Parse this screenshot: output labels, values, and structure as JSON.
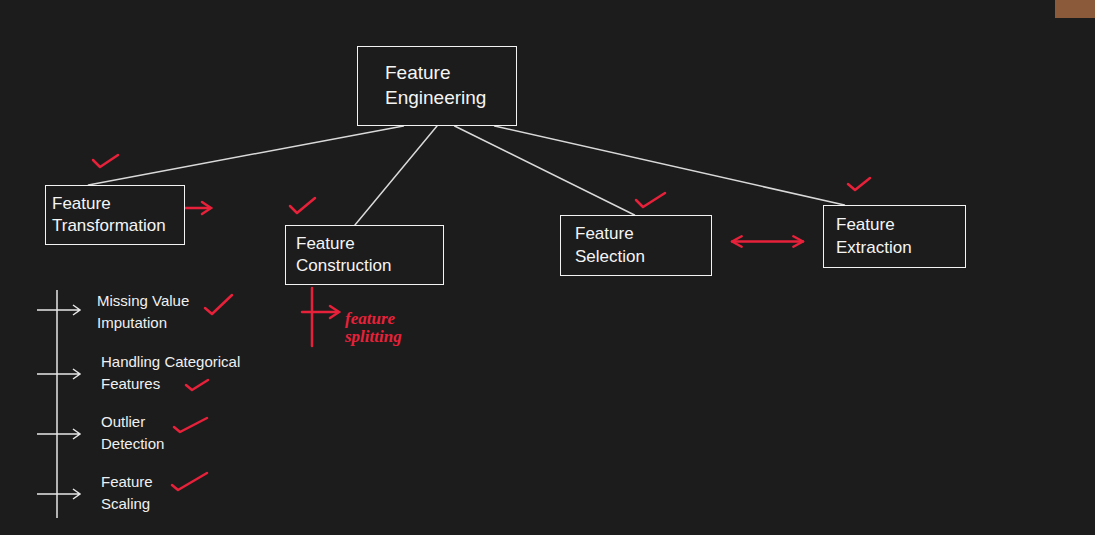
{
  "diagram": {
    "nodes": [
      {
        "text": [
          "Feature Engineering"
        ]
      },
      {
        "text": [
          "Feature Transformation"
        ]
      },
      {
        "text": [
          "Feature Construction"
        ]
      },
      {
        "text": [
          "Feature Selection"
        ]
      },
      {
        "text": [
          "Feature Extraction"
        ]
      }
    ],
    "edges": [
      {
        "from": 0,
        "to": 1,
        "arrow": "none"
      },
      {
        "from": 0,
        "to": 2,
        "arrow": "none"
      },
      {
        "from": 0,
        "to": 3,
        "arrow": "none"
      },
      {
        "from": 0,
        "to": 4,
        "arrow": "none"
      },
      {
        "from": 3,
        "to": 4,
        "arrow": "both"
      }
    ],
    "labels": [
      "Missing Value Imputation",
      "Handling Categorical Features",
      "Outlier Detection",
      "Feature Scaling",
      "feature splitting"
    ]
  }
}
